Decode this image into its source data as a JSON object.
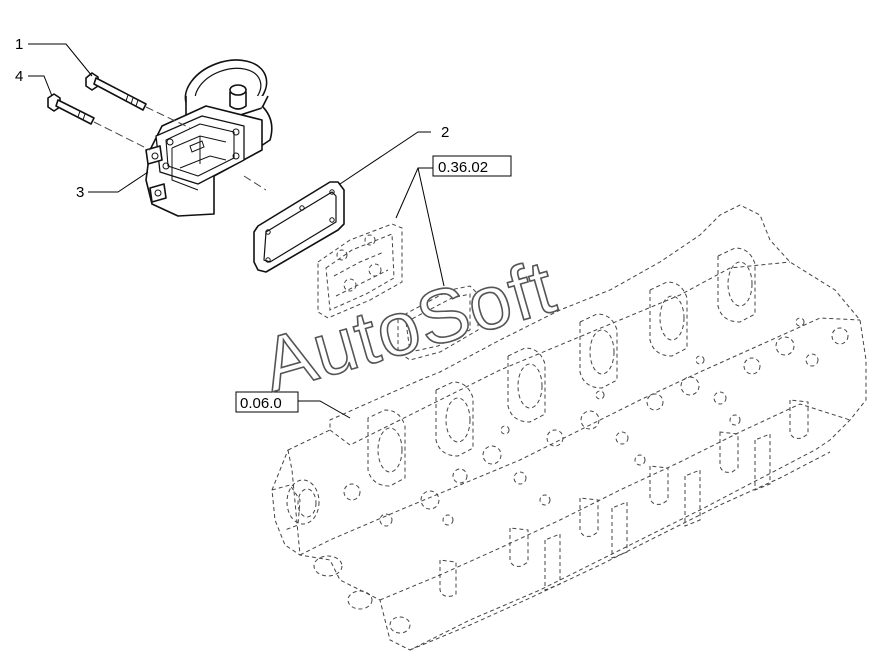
{
  "callouts": [
    {
      "number": "1"
    },
    {
      "number": "4"
    },
    {
      "number": "3"
    },
    {
      "number": "2"
    }
  ],
  "references": [
    {
      "code": "0.36.02"
    },
    {
      "code": "0.06.0"
    }
  ],
  "watermark": "AutoSoft"
}
